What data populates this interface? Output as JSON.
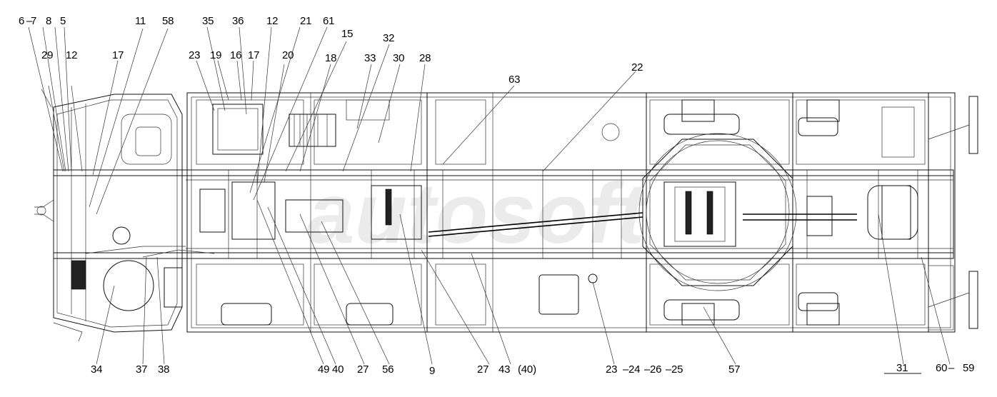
{
  "diagram": {
    "watermark": "autosoft",
    "labels_top": [
      "6",
      "7",
      "8",
      "5",
      "11",
      "58",
      "35",
      "36",
      "12",
      "21",
      "61",
      "15",
      "32",
      "29",
      "12",
      "17",
      "23",
      "19",
      "16",
      "17",
      "20",
      "18",
      "33",
      "30",
      "28",
      "63",
      "22"
    ],
    "labels_bottom": [
      "34",
      "37",
      "38",
      "49",
      "40",
      "27",
      "56",
      "9",
      "27",
      "43",
      "(40)",
      "23",
      "24",
      "26",
      "25",
      "57",
      "31",
      "60",
      "59"
    ]
  }
}
